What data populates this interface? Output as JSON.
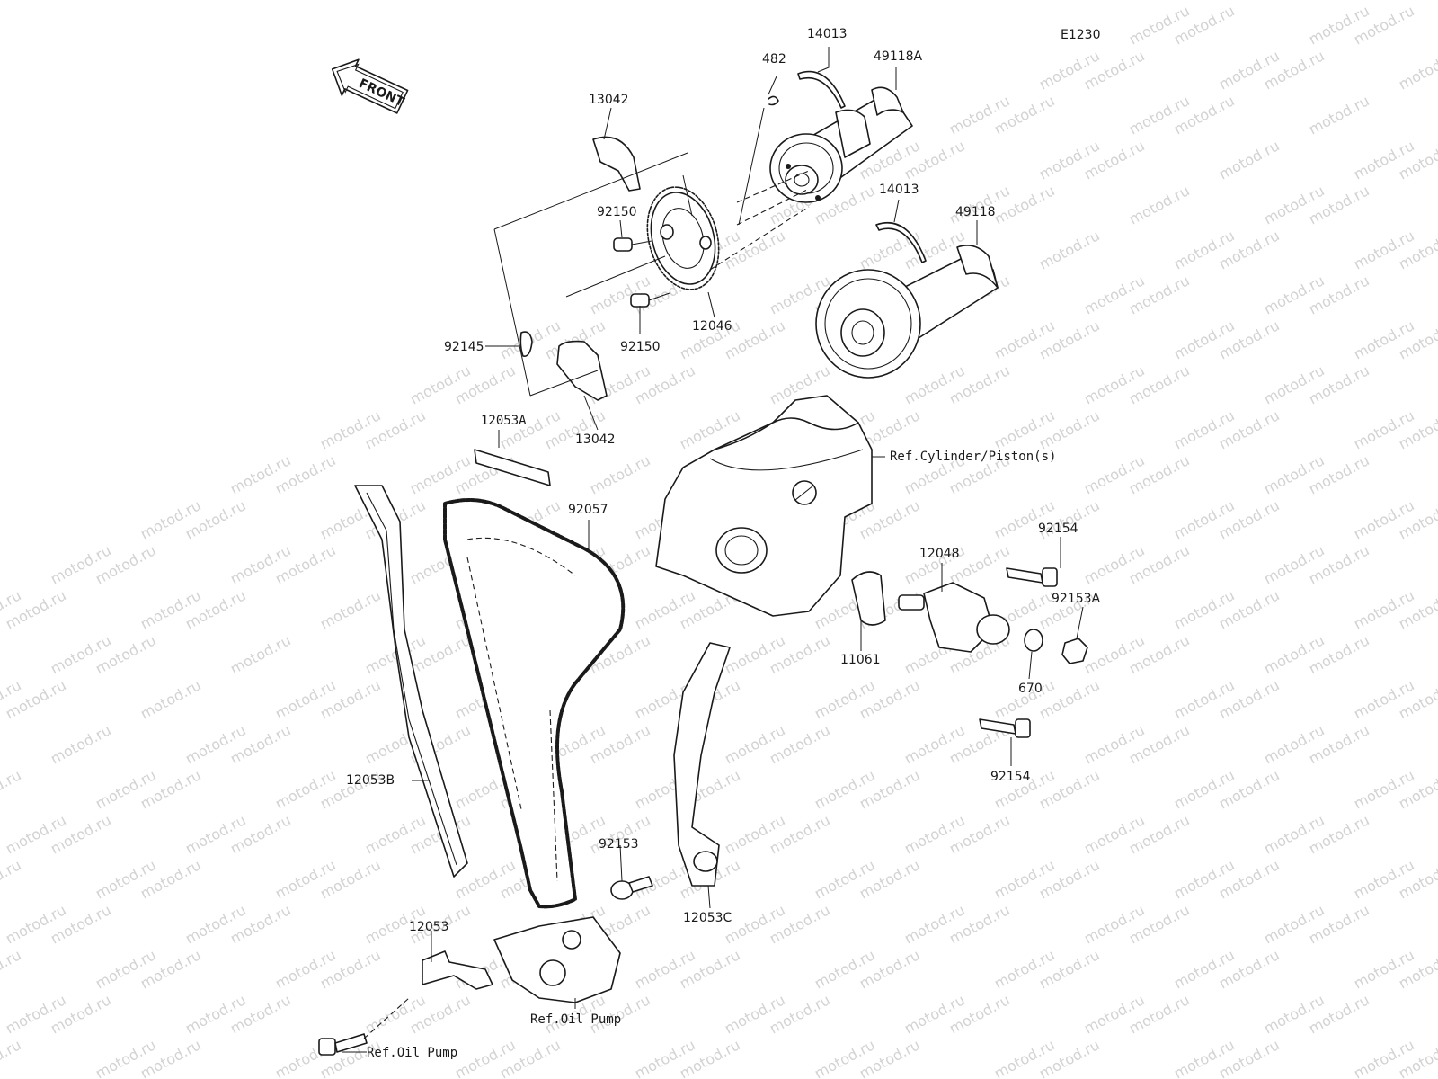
{
  "diagram_code": "E1230",
  "watermark": "motod.ru",
  "front_badge": "FRONT",
  "colors": {
    "line": "#1a1a1a",
    "watermark": "#d3d3d3",
    "background": "#ffffff"
  },
  "labels": {
    "p14013_top": "14013",
    "p482": "482",
    "p49118A": "49118A",
    "p13042_top": "13042",
    "p92150_a": "92150",
    "p14013_mid": "14013",
    "p49118": "49118",
    "p92145": "92145",
    "p92150_b": "92150",
    "p12046": "12046",
    "p13042_bot": "13042",
    "p12053A": "12053A",
    "ref_cylinder": "Ref.Cylinder/Piston(s)",
    "p92057": "92057",
    "p92154_top": "92154",
    "p12048": "12048",
    "p92153A": "92153A",
    "p11061": "11061",
    "p670": "670",
    "p92154_bot": "92154",
    "p12053B": "12053B",
    "p92153": "92153",
    "p12053C": "12053C",
    "p12053": "12053",
    "ref_oil_pump_1": "Ref.Oil Pump",
    "ref_oil_pump_2": "Ref.Oil Pump"
  }
}
